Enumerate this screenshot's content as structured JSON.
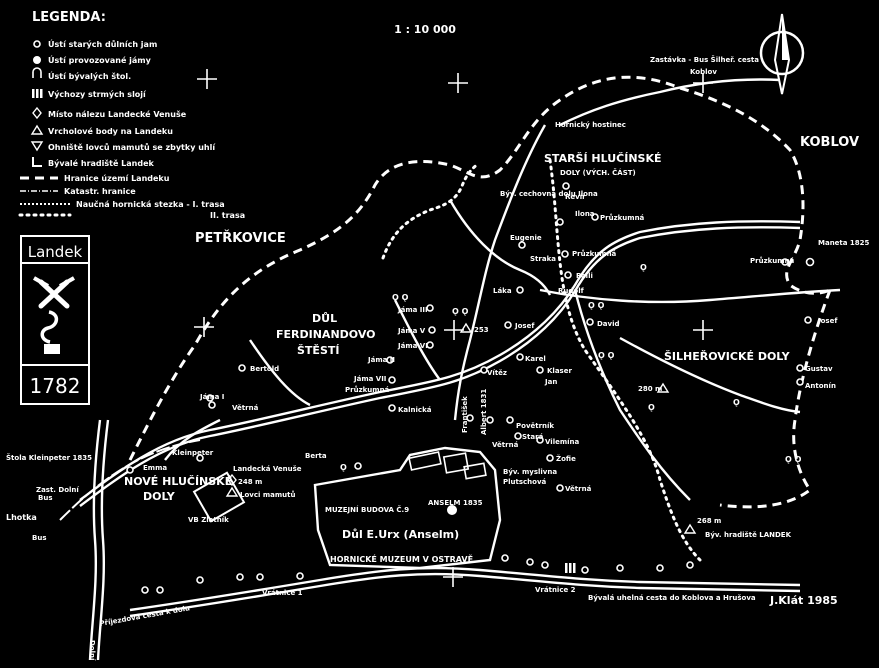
{
  "legend": {
    "title": "LEGENDA:",
    "items": [
      "Ústí starých důlních jam",
      "Ústí provozované jámy",
      "Ústí bývalých štol.",
      "Výchozy strmých slojí",
      "Místo nálezu Landecké Venuše",
      "Vrcholové body na Landeku",
      "Ohniště lovců mamutů se zbytky uhlí",
      "Bývalé hradiště Landek",
      "Hranice území Landeku",
      "Katastr. hranice",
      "Naučná hornická stezka - I. trasa",
      "II. trasa"
    ]
  },
  "scale": "1 : 10 000",
  "emblem": {
    "name": "Landek",
    "year": "1782"
  },
  "author": "J.Klát 1985",
  "areas": {
    "petrkovice": "PETŘKOVICE",
    "koblov": "KOBLOV",
    "starsi": "STARŠÍ HLUČÍNSKÉ",
    "doly_vychod": "DOLY (VÝCH. ČÁST)",
    "ferd1": "DŮL",
    "ferd2": "FERDINANDOVO",
    "ferd3": "ŠTĚSTÍ",
    "nove1": "NOVÉ HLUČÍNSKÉ",
    "nove2": "DOLY",
    "silher": "ŠILHEŘOVICKÉ DOLY",
    "urx": "Důl E.Urx (Anselm)",
    "muzeum": "HORNICKÉ MUZEUM V OSTRAVĚ",
    "budova": "MUZEJNÍ BUDOVA Č.9",
    "anselm": "ANSELM 1835"
  },
  "labels": {
    "zastavka": "Zastávka - Bus Šilheř. cesta",
    "koblov_small": "Koblov",
    "hostinec": "Hornický hostinec",
    "cechovna": "Býv. cechovna dolu Ilona",
    "revier": "Revír",
    "ilona": "Ilona",
    "pruzkumna1": "Průzkumná",
    "eugenie": "Eugenie",
    "pruzkumna2": "Průzkumná",
    "straka": "Straka",
    "pali": "Palli",
    "laka": "Láka",
    "rudolf": "Rudolf",
    "josef1": "Josef",
    "david": "David",
    "karel": "Karel",
    "klaser": "Klaser",
    "jan": "Jan",
    "vitez": "Vítěz",
    "marie_j": "Maneta 1825",
    "pruzkumna3": "Průzkumná",
    "josef2": "Josef",
    "gustav": "Gustav",
    "antonin": "Antonín",
    "peak253": "253",
    "peak280": "280 m",
    "jama_iii": "Jáma III",
    "jama_v": "Jáma V",
    "jama_vi": "Jáma VI",
    "jama_ii": "Jáma II",
    "jama_vii": "Jáma VII",
    "pruzkumna4": "Průzkumná",
    "bertold": "Bertold",
    "jama_i": "Jáma I",
    "vetrna1": "Větrná",
    "kalnicka": "Kalnická",
    "stola": "Štola Kleinpeter 1835",
    "kleinpeter": "Kleinpeter",
    "emma": "Emma",
    "landecka": "Landecká Venuše",
    "lovci": "Lovci mamutů",
    "heights248": "248 m",
    "vb_zlatnik": "VB Zlatník",
    "bertn": "Berta",
    "frantisek": "František",
    "albert": "Albert 1831",
    "vetrna2": "Větrná",
    "povetrnik": "Povětrník",
    "stara": "Stará",
    "vilemina": "Vilemína",
    "zofie": "Žofie",
    "byv": "Býv. myslivna",
    "plotsch": "Plutschová",
    "vetrna3": "Větrná",
    "lhotka": "Lhotka",
    "bus": "Bus",
    "bus2": "Bus",
    "zast": "Zast. Dolní",
    "vratnice1": "Vrátnice 1",
    "vratnice2": "Vrátnice 2",
    "prijezdova": "Příjezdová cesta k dolu",
    "byvala": "Bývalá uhelná cesta do Koblova a Hrušova",
    "hradiste": "Býv. hradiště LANDEK",
    "h268": "268 m",
    "dolni": "Dolní"
  }
}
